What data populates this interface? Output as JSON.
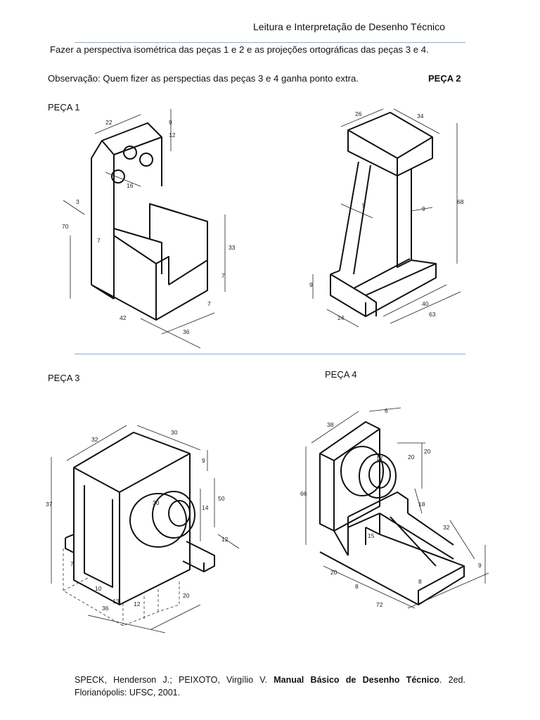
{
  "header": {
    "title": "Leitura e Interpretação de Desenho Técnico"
  },
  "instructions": {
    "task": "Fazer a perspectiva isométrica das peças 1 e 2 e as projeções ortográficas das peças 3 e 4.",
    "note": "Observação: Quem fizer as perspectias das peças 3 e 4 ganha ponto extra."
  },
  "pieces": {
    "p1": {
      "label": "PEÇA 1",
      "dims": [
        "22",
        "9",
        "12",
        "3",
        "16",
        "70",
        "7",
        "33",
        "7",
        "7",
        "42",
        "36"
      ]
    },
    "p2": {
      "label": "PEÇA 2",
      "dims": [
        "26",
        "34",
        "9",
        "9",
        "68",
        "9",
        "24",
        "40",
        "63"
      ]
    },
    "p3": {
      "label": "PEÇA 3",
      "dims": [
        "32",
        "30",
        "9",
        "37",
        "30",
        "50",
        "14",
        "12",
        "7",
        "10",
        "13",
        "12",
        "20",
        "36"
      ]
    },
    "p4": {
      "label": "PEÇA 4",
      "dims": [
        "38",
        "6",
        "17",
        "20",
        "20",
        "66",
        "18",
        "32",
        "15",
        "9",
        "8",
        "20",
        "8",
        "72"
      ]
    }
  },
  "reference": {
    "authors": "SPECK, Henderson J.; PEIXOTO, Virgílio V. ",
    "book": "Manual Básico de Desenho Técnico",
    "rest": ". 2ed. Florianópolis: UFSC, 2001."
  }
}
